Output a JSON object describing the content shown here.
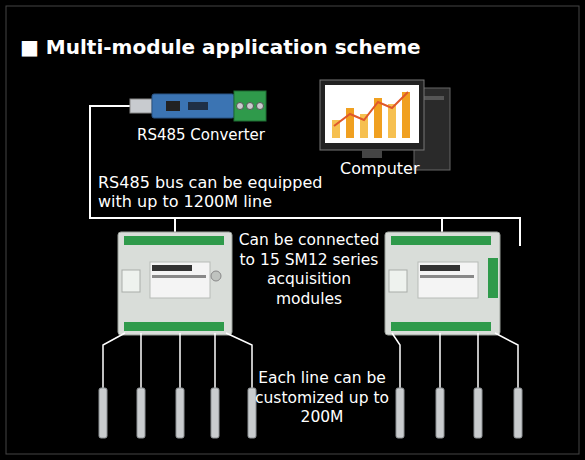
{
  "diagram": {
    "title": "■ Multi-module application scheme",
    "nodes": [
      {
        "text": [
          "RS485 Converter"
        ]
      },
      {
        "text": [
          "Computer"
        ]
      }
    ],
    "labels": [
      "RS485 bus can be equipped with up to 1200M line",
      "Can be connected to 15 SM12 series acquisition modules",
      "Each line can be customized up to 200M"
    ]
  }
}
